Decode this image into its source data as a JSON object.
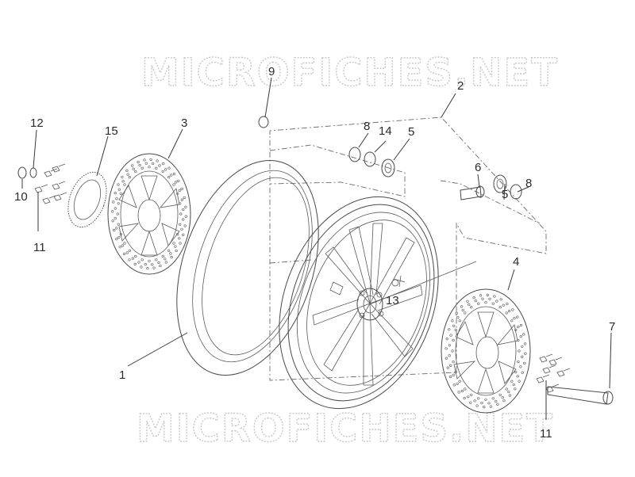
{
  "watermark": {
    "top": "MICROFICHES.NET",
    "bottom": "MICROFICHES.NET"
  },
  "callouts": {
    "c1": "1",
    "c2": "2",
    "c3": "3",
    "c4": "4",
    "c5a": "5",
    "c5b": "5",
    "c6": "6",
    "c7": "7",
    "c8a": "8",
    "c8b": "8",
    "c9": "9",
    "c10": "10",
    "c11a": "11",
    "c11b": "11",
    "c12": "12",
    "c13": "13",
    "c14": "14",
    "c15": "15"
  },
  "colors": {
    "line": "#4a4a4a",
    "watermark_outline": "#c9c9c9",
    "background": "#ffffff"
  }
}
